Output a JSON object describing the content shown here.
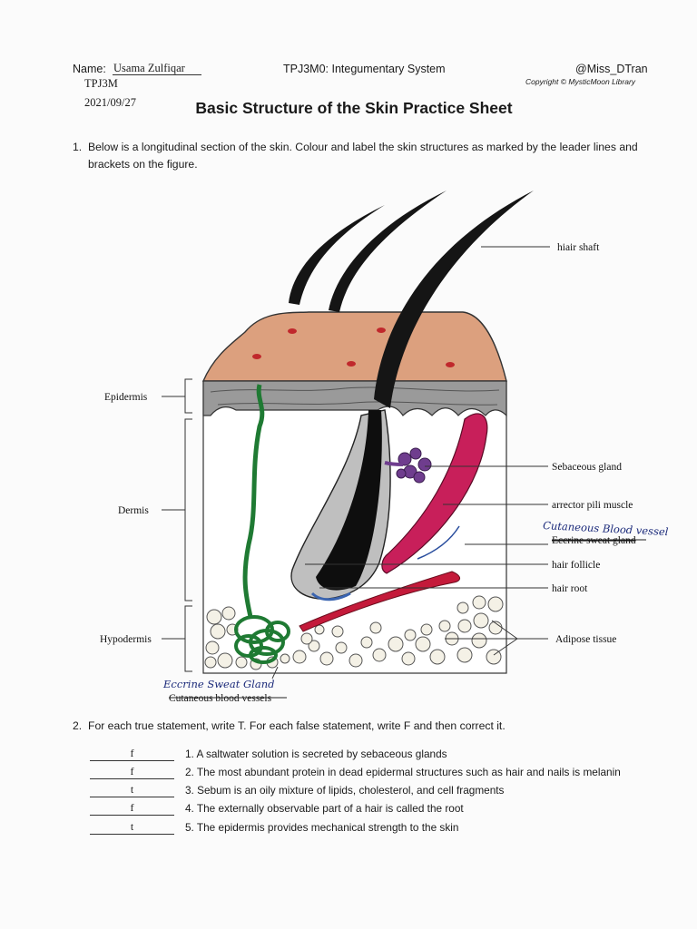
{
  "header": {
    "name_label": "Name:",
    "name_value": "Usama Zulfiqar",
    "class_code": "TPJ3M",
    "date": "2021/09/27",
    "course": "TPJ3M0: Integumentary System",
    "handle": "@Miss_DTran",
    "copyright": "Copyright © MysticMoon Library"
  },
  "title": "Basic Structure of the Skin Practice Sheet",
  "question1": {
    "number": "1.",
    "text": "Below is a longitudinal section of the skin.  Colour and label the skin structures as marked by the leader lines and",
    "text_cont": "brackets on the figure."
  },
  "figure": {
    "labels": {
      "hair_shaft": "hiair shaft",
      "epidermis": "Epidermis",
      "dermis": "Dermis",
      "hypodermis": "Hypodermis",
      "sebaceous": "Sebaceous gland",
      "arrector": "arrector pili muscle",
      "cutaneous_hw": "Cutaneous Blood vessel",
      "eccrine_struck": "Eccrine sweat gland",
      "follicle": "hair follicle",
      "root": "hair root",
      "adipose": "Adipose tissue",
      "eccrine_hw": "Eccrine Sweat Gland",
      "cutaneous_struck": "Cutaneous blood vessels"
    }
  },
  "question2": {
    "number": "2.",
    "text": "For each true statement, write T.  For each false statement, write F and then correct it."
  },
  "statements": [
    {
      "answer": "f",
      "text": "1.  A saltwater solution is secreted by sebaceous glands"
    },
    {
      "answer": "f",
      "text": "2.  The most abundant protein in dead epidermal structures such as hair and nails is melanin"
    },
    {
      "answer": "t",
      "text": "3.  Sebum is an oily mixture of lipids, cholesterol, and cell fragments"
    },
    {
      "answer": "f",
      "text": "4.  The externally observable part of a hair is called the root"
    },
    {
      "answer": "t",
      "text": "5.  The epidermis provides mechanical strength to the skin"
    }
  ]
}
